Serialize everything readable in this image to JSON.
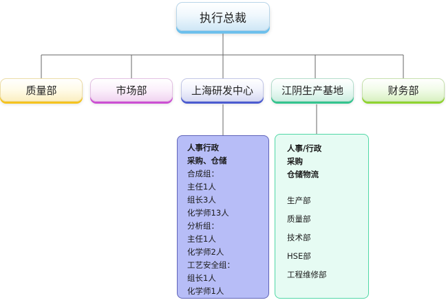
{
  "top_node": {
    "label": "执行总裁"
  },
  "departments": [
    {
      "label": "质量部"
    },
    {
      "label": "市场部"
    },
    {
      "label": "上海研发中心"
    },
    {
      "label": "江阴生产基地"
    },
    {
      "label": "财务部"
    }
  ],
  "shanghai_panel": {
    "lines": [
      "人事行政",
      "采购、仓储",
      "合成组：",
      "主任1人",
      "组长3人",
      "化学师13人",
      "分析组：",
      "主任1人",
      "化学师2人",
      "工艺安全组：",
      "组长1人",
      "化学师1人"
    ]
  },
  "jiangyin_panel": {
    "header_lines": [
      "人事/行政",
      "采购",
      "仓储物流"
    ],
    "sub_units": [
      "生产部",
      "质量部",
      "技术部",
      "HSE部",
      "工程维修部"
    ]
  },
  "colors": {
    "connector": "#666666",
    "quality_accent": "#f5c31e",
    "market_accent": "#cc4fd3",
    "shanghai_accent": "#4b5bd0",
    "jiangyin_accent": "#33c48e",
    "finance_accent": "#8fd42f",
    "top_accent": "#6ec0ec"
  }
}
